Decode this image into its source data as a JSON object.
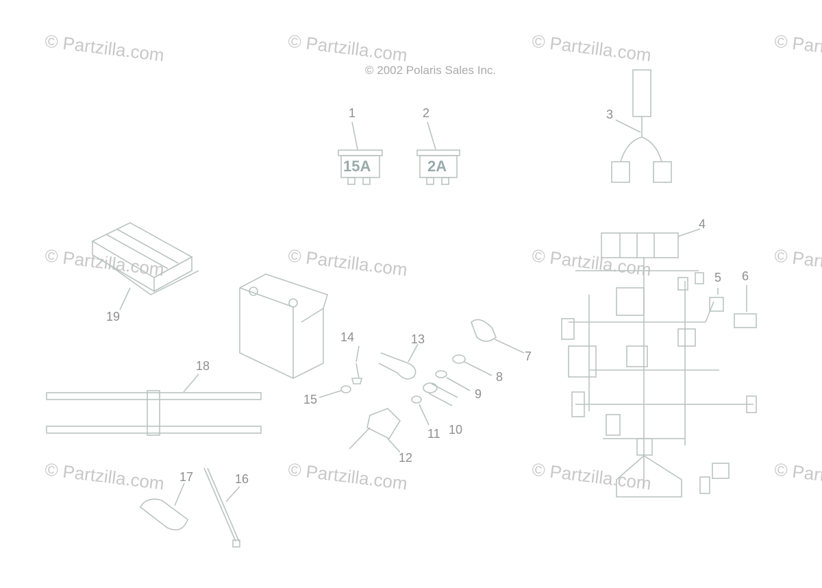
{
  "copyright": "© 2002 Polaris Sales Inc.",
  "watermark": "© Partzilla.com",
  "fuses": {
    "fuse_1": "15A",
    "fuse_2": "2A"
  },
  "callouts": [
    "1",
    "2",
    "3",
    "4",
    "5",
    "6",
    "7",
    "8",
    "9",
    "10",
    "11",
    "12",
    "13",
    "14",
    "15",
    "16",
    "17",
    "18",
    "19"
  ],
  "colors": {
    "line": "#b9c4bf",
    "label": "#8f8f8f",
    "watermark": "#c8c8c8"
  }
}
